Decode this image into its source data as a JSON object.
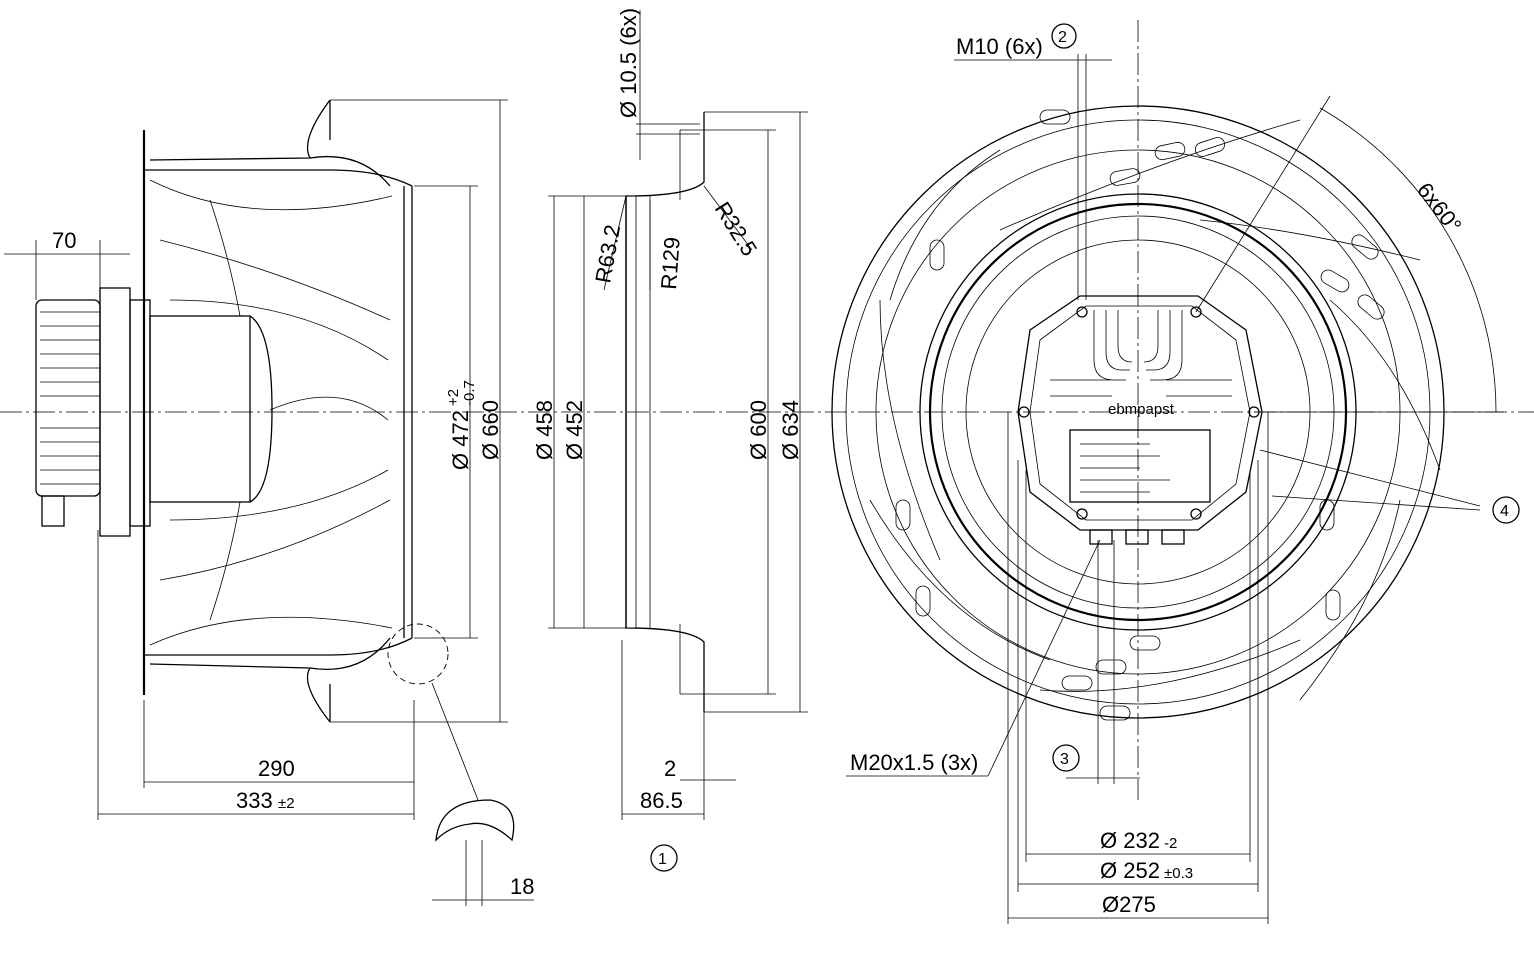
{
  "dimensions": {
    "side": {
      "d_inner": "Ø 472",
      "d_inner_tol_upper": "+2",
      "d_inner_tol_lower": "-0.7",
      "d_outer": "Ø 660",
      "len_290": "290",
      "len_333": "333",
      "len_333_tol": "±2",
      "offset_70": "70",
      "detail_18": "18"
    },
    "nozzle": {
      "hole": "Ø 10.5 (6x)",
      "r63": "R63.2",
      "r129": "R129",
      "r32": "R32.5",
      "d458": "Ø 458",
      "d452": "Ø 452",
      "d600": "Ø 600",
      "d634": "Ø 634",
      "w2": "2",
      "w86": "86.5"
    },
    "front": {
      "thread_m10": "M10 (6x)",
      "angle": "6x60°",
      "thread_m20": "M20x1.5 (3x)",
      "d232": "Ø 232",
      "d232_tol": "-2",
      "d252": "Ø 252",
      "d252_tol": "±0.3",
      "d275": "Ø275"
    }
  },
  "callouts": {
    "c1": "1",
    "c2": "2",
    "c3": "3",
    "c4": "4"
  },
  "brand": "ebmpapst"
}
